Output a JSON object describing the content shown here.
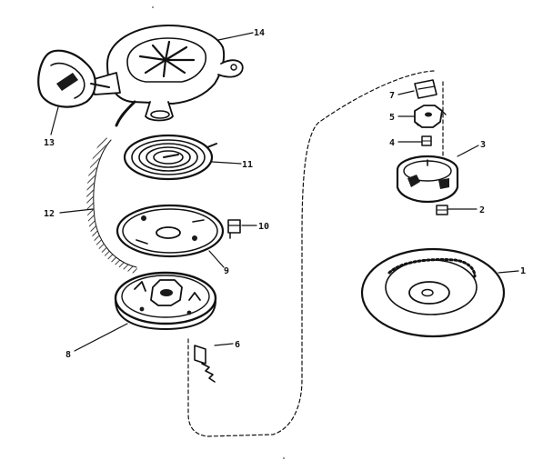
{
  "callouts": {
    "c1": "1",
    "c2": "2",
    "c3": "3",
    "c4": "4",
    "c5": "5",
    "c6": "6",
    "c7": "7",
    "c8": "8",
    "c9": "9",
    "c10": "10",
    "c11": "11",
    "c12": "12",
    "c13": "13",
    "c14": "14"
  },
  "colors": {
    "ink": "#111111",
    "paper": "#ffffff"
  }
}
